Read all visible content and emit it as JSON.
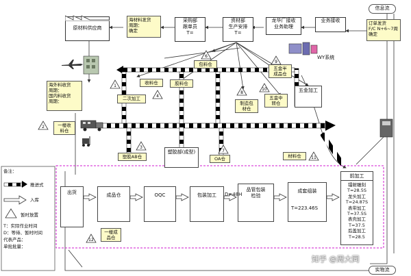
{
  "labels": {
    "info_flow": "信息流",
    "material_flow": "实物流",
    "watermark": "知乎 @周大同"
  },
  "supplier": {
    "title": "原材料供应商"
  },
  "top_notes": {
    "po_note": "海材料发货\n周期：\n确定",
    "purchase": "采购部\n跟单员\nT=",
    "materials": "资材部\n生产安排\nT=",
    "longhua": "龙华厂接收\n业务助理",
    "sales": "业务接收",
    "order": "订单发货\nF/C N+6~7周\n确定",
    "wy": "WY系统"
  },
  "left_notes": {
    "overseas": "海外料收货\n周期：\n国内料收货\n周期："
  },
  "buffers": {
    "b1": "一楼收\n料仓",
    "shougong": "收料仓",
    "jiaoliang": "胶料仓",
    "baoliao": "包料仓",
    "wujin_ban": "五金半\n成品仓",
    "wujin_zhong": "五金中\n转仓",
    "zhizao": "制造包\n材仓",
    "erci": "二次加工",
    "suzhu_ab": "塑胶AB仓",
    "oa": "OA仓",
    "cailiao": "材料仓",
    "yilou_cheng": "一楼成\n品仓"
  },
  "top_procs": {
    "wujin_jiagong": "五金加工",
    "suzhu_bu": "塑胶部(成型)"
  },
  "triangles": [
    "1",
    "2",
    "3",
    "4",
    "5",
    "6",
    "7",
    "8",
    "9",
    "10",
    "11",
    "12"
  ],
  "process_flow": {
    "chuhuo": "出货",
    "chengpin": "成品仓",
    "oqc": "OQC",
    "baozhuang": "包装加工",
    "pinguan": "品管包装\n检验",
    "chengpin_zuzhuang": "成套组装",
    "d_time": "D=48H",
    "t_time": "T=223.46S",
    "qian": "前加工",
    "qian_details": "镭射雕刻\nT=28.5S\n龙头加工\nT=24.87S\n表带加工\nT=37.5S\n表壳加工\nT=37.5\n后盖加工\nT=28.5"
  },
  "legend": {
    "title": "备注：",
    "push": "推进式",
    "store": "入库",
    "temp": "暂时放置",
    "t_def": "T：实际作业时间",
    "d_def": "D：等待、暂时时间",
    "rep": "代表产品：",
    "batch": "单批批量："
  }
}
